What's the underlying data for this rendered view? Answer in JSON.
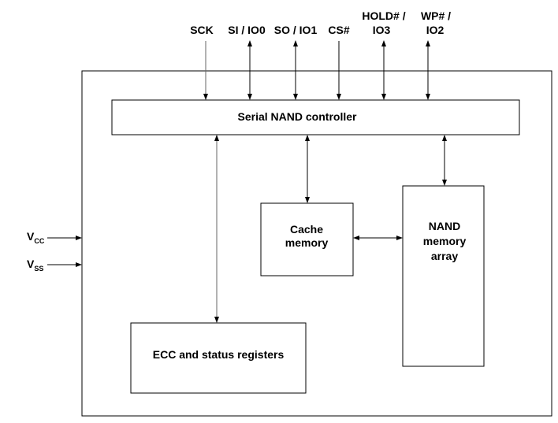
{
  "pins": {
    "sck": "SCK",
    "si": "SI / IO0",
    "so": "SO / IO1",
    "cs": "CS#",
    "hold_1": "HOLD# /",
    "hold_2": "IO3",
    "wp_1": "WP# /",
    "wp_2": "IO2"
  },
  "power": {
    "vcc_main": "V",
    "vcc_sub": "CC",
    "vss_main": "V",
    "vss_sub": "SS"
  },
  "blocks": {
    "controller": "Serial NAND controller",
    "cache_1": "Cache",
    "cache_2": "memory",
    "nand_1": "NAND",
    "nand_2": "memory",
    "nand_3": "array",
    "ecc": "ECC and status registers"
  }
}
